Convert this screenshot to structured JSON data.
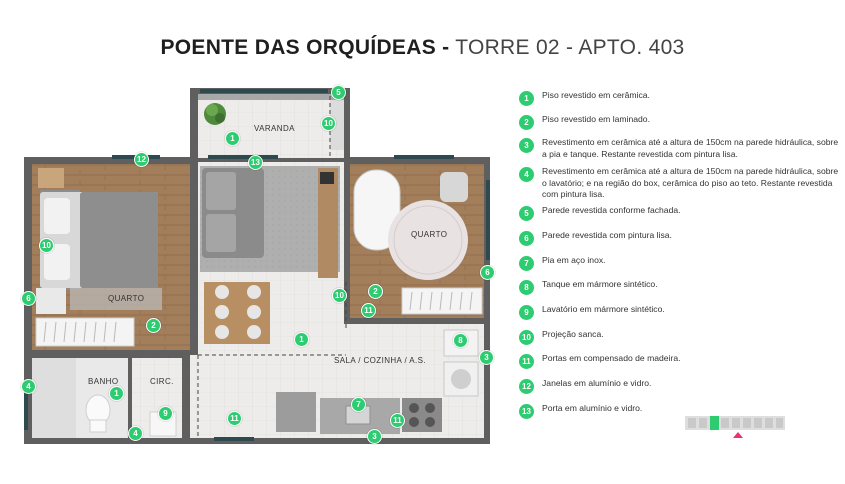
{
  "title": {
    "bold": "POENTE DAS ORQUÍDEAS -",
    "light": "TORRE 02 - APTO. 403"
  },
  "rooms": {
    "varanda": "VARANDA",
    "quarto1": "QUARTO",
    "quarto2": "QUARTO",
    "sala": "SALA / COZINHA / A.S.",
    "banho": "BANHO",
    "circ": "CIRC."
  },
  "markers": {
    "m1a": "1",
    "m1b": "1",
    "m1c": "1",
    "m2a": "2",
    "m2b": "2",
    "m3a": "3",
    "m3b": "3",
    "m4a": "4",
    "m4b": "4",
    "m5": "5",
    "m6a": "6",
    "m6b": "6",
    "m7": "7",
    "m8": "8",
    "m9": "9",
    "m10a": "10",
    "m10b": "10",
    "m10c": "10",
    "m11a": "11",
    "m11b": "11",
    "m11c": "11",
    "m12": "12",
    "m13": "13"
  },
  "legend": [
    {
      "num": "1",
      "text": "Piso revestido em cerâmica."
    },
    {
      "num": "2",
      "text": "Piso revestido em laminado."
    },
    {
      "num": "3",
      "text": "Revestimento em cerâmica até a altura de 150cm na parede hidráulica, sobre a pia e tanque. Restante revestida com pintura lisa."
    },
    {
      "num": "4",
      "text": "Revestimento em cerâmica até a altura de 150cm na parede hidráulica, sobre o lavatório; e na região do box, cerâmica do piso ao teto. Restante revestida com pintura lisa."
    },
    {
      "num": "5",
      "text": "Parede revestida conforme fachada."
    },
    {
      "num": "6",
      "text": "Parede revestida com pintura lisa."
    },
    {
      "num": "7",
      "text": "Pia em aço inox."
    },
    {
      "num": "8",
      "text": "Tanque em mármore sintético."
    },
    {
      "num": "9",
      "text": "Lavatório em mármore sintético."
    },
    {
      "num": "10",
      "text": "Projeção sanca."
    },
    {
      "num": "11",
      "text": "Portas em compensado de madeira."
    },
    {
      "num": "12",
      "text": "Janelas em alumínio e vidro."
    },
    {
      "num": "13",
      "text": "Porta em alumínio e vidro."
    }
  ],
  "colors": {
    "accent": "#2ecc71",
    "wall": "#6b6b6b",
    "floor_ceramic": "#ecebe8",
    "floor_laminate": "#9c7a5a"
  }
}
